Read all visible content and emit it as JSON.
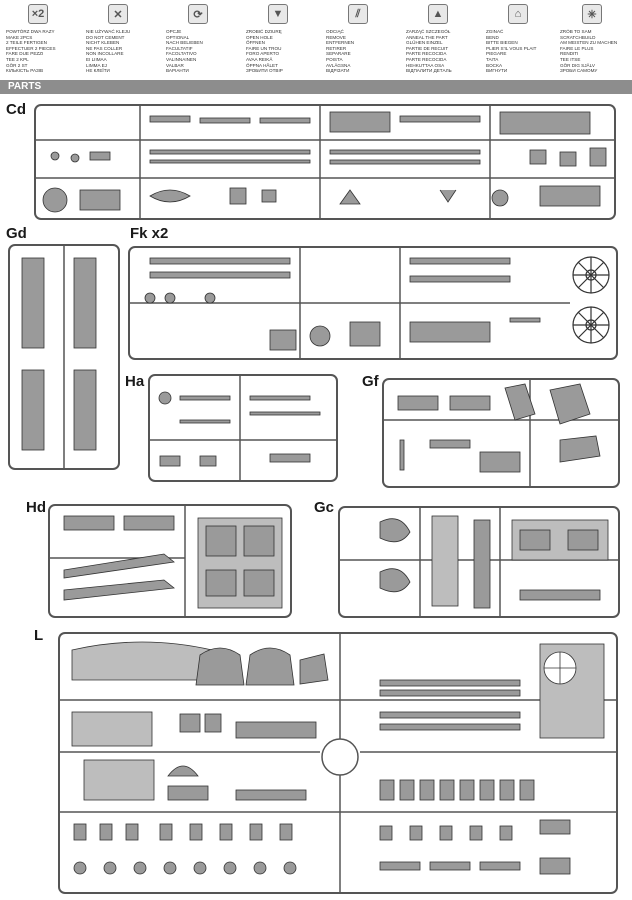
{
  "legend": [
    {
      "icon": "x2",
      "text": "POWTÓRZ DWA RAZY\nMAKE 2pcs\n2 TEILE FERTIGEN\nEFFECTUER 2 PIECES\nFARE DUE PEZZI\nTEE 2 KPL\nGÖR 2 ST\nКІЛЬКІСТЬ РАЗІВ"
    },
    {
      "icon": "no-glue",
      "text": "NIE UŻYWAĆ KLEJU\nDO NOT CEMENT\nNICHT KLEBEN\nNE PAS COLLER\nNON INCOLLARE\nEI LIIMAA\nLIMMA EJ\nНЕ КЛЕЇТИ"
    },
    {
      "icon": "optional",
      "text": "OPCJE\nOPTIONAL\nNACH BELIEBEN\nFACULTATIF\nFACOLTATIVO\nVALINNAINEN\nVALBAR\nВАРІАНТИ"
    },
    {
      "icon": "open-hole",
      "text": "ZROBIĆ DZIURĘ\nOPEN HOLE\nÖFFNEN\nFAIRE UN TROU\nFORO APERTO\nAVAA REIKÄ\nÖPPNA HÅLET\nЗРОБИТИ ОТВІР"
    },
    {
      "icon": "remove",
      "text": "ODCIĄĆ\nREMOVE\nENTFERNEN\nRETIRER\nSEPARARE\nPOISTA\nAVLÄGSNA\nВІДРІЗАТИ"
    },
    {
      "icon": "anneal",
      "text": "ZARZĄĆ SZCZEGÓŁ\nANNEAL THE PART\nGLÜHEN EINZEL\nPARTIE DE RECUIT\nPARTE RECOCIDA\nPARTE RECOCIDA\nHEHKUTTAA OSA\nВІДПАЛИТИ ДЕТАЛЬ"
    },
    {
      "icon": "bend",
      "text": "ZGINAĆ\nBEND\nBITTE BIEGEN\nPLIER S'IL VOUS PLAIT\nPIEGARE\nTAITA\nBOCKA\nВИГНУТИ"
    },
    {
      "icon": "scratchbuild",
      "text": "ZRÓB TO SAM\nSCRATCHBUILD\nAM MEISTEN ZU MACHEN\nFAIRE LE PLUS\nRENDITI\nTEE ITSE\nGÖR DIG SJÄLV\nЗРОБИ САМОМУ"
    }
  ],
  "banner_title": "PARTS",
  "sprues": {
    "cd": "Cd",
    "gd": "Gd",
    "fk": "Fk x2",
    "ha": "Ha",
    "gf": "Gf",
    "hd": "Hd",
    "gc": "Gc",
    "l": "L"
  },
  "colors": {
    "frame": "#555555",
    "part_fill": "#9a9a9a",
    "banner": "#8d8d8d"
  }
}
